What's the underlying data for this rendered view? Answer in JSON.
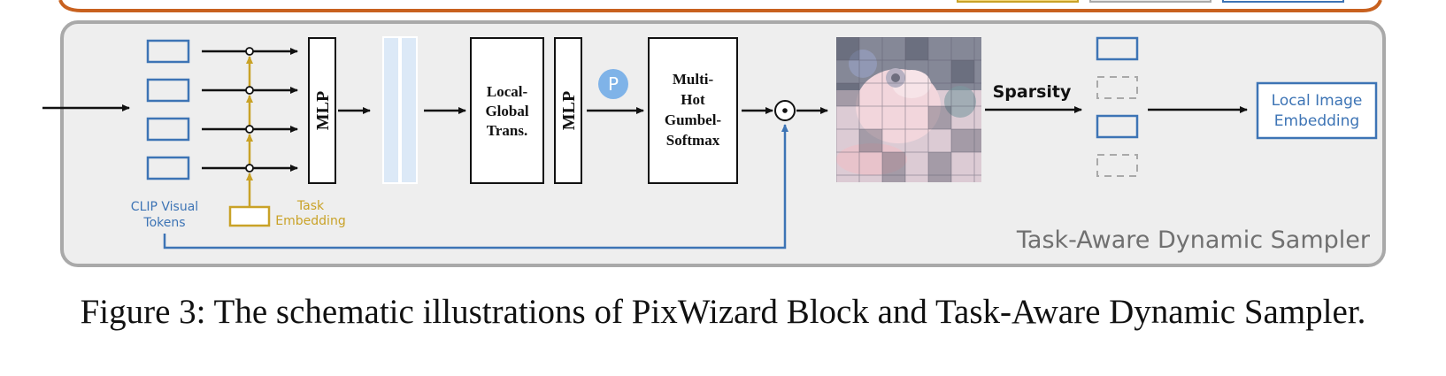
{
  "diagram": {
    "input_tokens_label_1": "CLIP Visual",
    "input_tokens_label_2": "Tokens",
    "task_label_1": "Task",
    "task_label_2": "Embedding",
    "mlp1": "MLP",
    "local_global_1": "Local-",
    "local_global_2": "Global",
    "local_global_3": "Trans.",
    "mlp2": "MLP",
    "p_badge": "P",
    "gumbel_1": "Multi-",
    "gumbel_2": "Hot",
    "gumbel_3": "Gumbel-",
    "gumbel_4": "Softmax",
    "dot_op": "⊙",
    "sparsity": "Sparsity",
    "output_1": "Local Image",
    "output_2": "Embedding",
    "panel_title": "Task-Aware Dynamic Sampler"
  },
  "caption": "Figure 3: The schematic illustrations of PixWizard Block and Task-Aware Dynamic Sampler.",
  "colors": {
    "blue": "#3d74b5",
    "gold": "#c9a227",
    "orange_border": "#c8611f",
    "panel_bg": "#eeeeee",
    "panel_border": "#a9a9a9",
    "p_badge": "#7fb3e8"
  }
}
